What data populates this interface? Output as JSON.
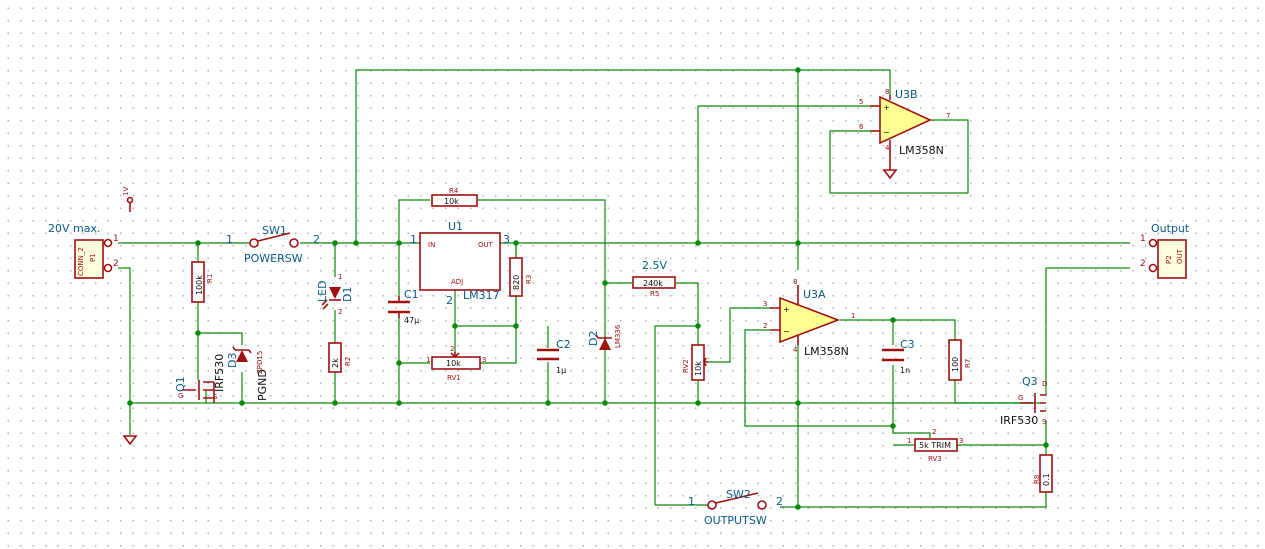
{
  "p1": {
    "ref": "P1",
    "type": "CONN_2",
    "label": "20V max.",
    "pin1": "1",
    "pin2": "2"
  },
  "p2": {
    "ref": "P2",
    "type": "OUT",
    "label": "Output",
    "pin1": "1",
    "pin2": "2"
  },
  "power_flag": {
    "label": "1V"
  },
  "labels": {
    "pgnd": "PGND",
    "v_ref": "2.5V"
  },
  "r1": {
    "ref": "R1",
    "value": "100k"
  },
  "q1": {
    "ref": "Q1",
    "value": "IRF530",
    "pin_g": "G",
    "pin_s": "S"
  },
  "d3": {
    "ref": "D3",
    "value": "ZPD15"
  },
  "sw1": {
    "ref": "SW1",
    "value": "POWERSW",
    "pin1": "1",
    "pin2": "2"
  },
  "d1": {
    "ref": "D1",
    "value": "LED",
    "pin1": "1",
    "pin2": "2"
  },
  "r2": {
    "ref": "R2",
    "value": "2k"
  },
  "c1": {
    "ref": "C1",
    "value": "47µ"
  },
  "r4": {
    "ref": "R4",
    "value": "10k"
  },
  "u1": {
    "ref": "U1",
    "value": "LM317",
    "in_label": "IN",
    "out_label": "OUT",
    "adj_label": "ADJ",
    "pin1": "1",
    "pin2": "2",
    "pin3": "3"
  },
  "r3": {
    "ref": "R3",
    "value": "820"
  },
  "rv1": {
    "ref": "RV1",
    "value": "10k",
    "pin1": "1",
    "pin2": "2",
    "pin3": "3"
  },
  "c2": {
    "ref": "C2",
    "value": "1µ"
  },
  "d2": {
    "ref": "D2",
    "value": "LM336"
  },
  "r5": {
    "ref": "R5",
    "value": "240k"
  },
  "rv2": {
    "ref": "RV2",
    "value": "10k"
  },
  "u3a": {
    "ref": "U3A",
    "value": "LM358N",
    "plus": "+",
    "minus": "−",
    "pin1": "1",
    "pin2": "2",
    "pin3": "3",
    "pin4": "4",
    "pin8": "8"
  },
  "u3b": {
    "ref": "U3B",
    "value": "LM358N",
    "plus": "+",
    "minus": "−",
    "pin4": "4",
    "pin5": "5",
    "pin6": "6",
    "pin7": "7",
    "pin8": "8"
  },
  "c3": {
    "ref": "C3",
    "value": "1n"
  },
  "r7": {
    "ref": "R7",
    "value": "100"
  },
  "rv3": {
    "ref": "RV3",
    "value": "5k TRIM",
    "pin1": "1",
    "pin2": "2",
    "pin3": "3"
  },
  "q3": {
    "ref": "Q3",
    "value": "IRF530",
    "pin_g": "G",
    "pin_d": "D",
    "pin_s": "S"
  },
  "r8": {
    "ref": "R8",
    "value": "0.1"
  },
  "sw2": {
    "ref": "SW2",
    "value": "OUTPUTSW",
    "pin1": "1",
    "pin2": "2"
  }
}
